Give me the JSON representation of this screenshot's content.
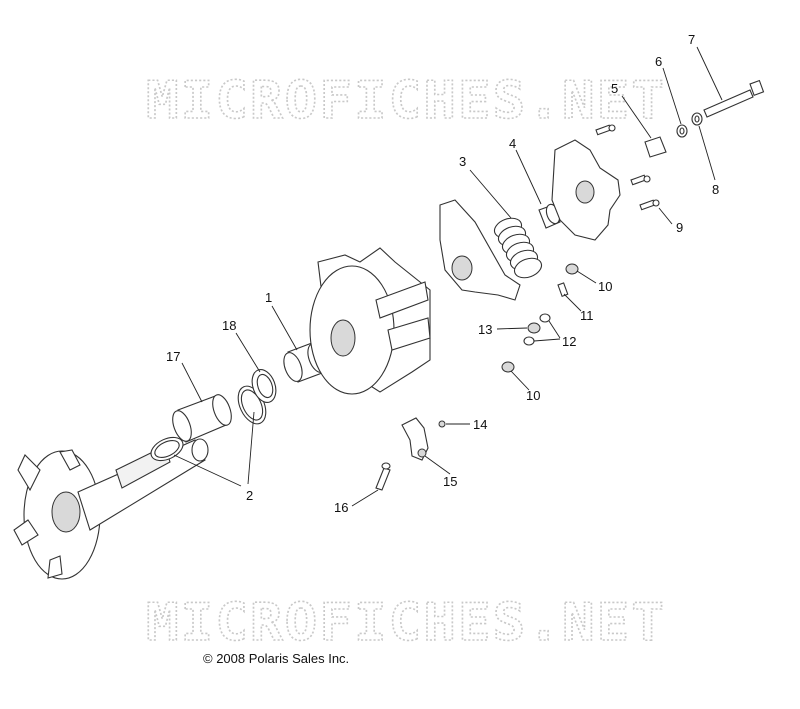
{
  "watermark": {
    "text": "MICROFICHES.NET"
  },
  "copyright": "© 2008 Polaris Sales Inc.",
  "callouts": {
    "c1": "1",
    "c2": "2",
    "c3": "3",
    "c4": "4",
    "c5": "5",
    "c6": "6",
    "c7": "7",
    "c8": "8",
    "c9": "9",
    "c10a": "10",
    "c10b": "10",
    "c11": "11",
    "c12": "12",
    "c13": "13",
    "c14": "14",
    "c15": "15",
    "c16": "16",
    "c17": "17",
    "c18": "18"
  }
}
